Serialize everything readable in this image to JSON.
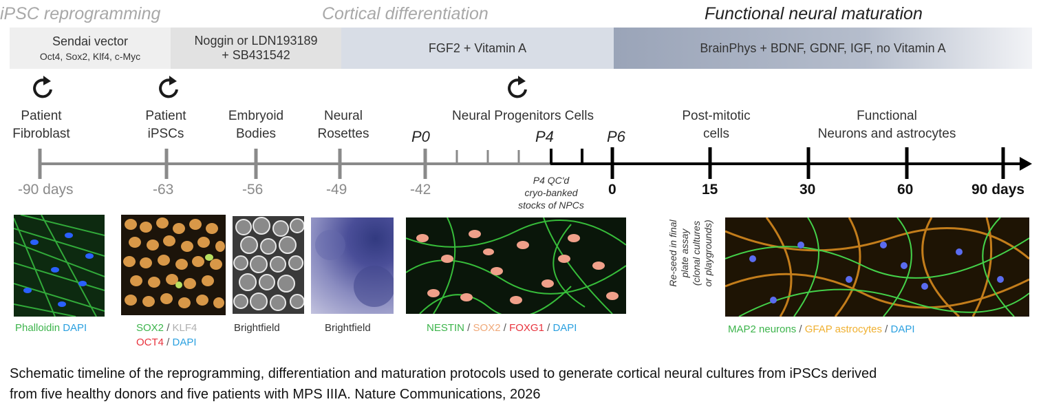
{
  "phases": {
    "reprogramming": "iPSC reprogramming",
    "cortical": "Cortical differentiation",
    "maturation": "Functional neural maturation"
  },
  "bands": {
    "sendai": {
      "title": "Sendai vector",
      "sub": "Oct4, Sox2, Klf4, c-Myc"
    },
    "noggin": {
      "line1": "Noggin or LDN193189",
      "line2": "+ SB431542"
    },
    "fgf2": "FGF2 + Vitamin A",
    "brainphys": "BrainPhys + BDNF, GDNF, IGF, no Vitamin A"
  },
  "stages": {
    "fibroblast": [
      "Patient",
      "Fibroblast"
    ],
    "ipsc": [
      "Patient",
      "iPSCs"
    ],
    "eb": [
      "Embryoid",
      "Bodies"
    ],
    "rosettes": [
      "Neural",
      "Rosettes"
    ],
    "npc": "Neural Progenitors Cells",
    "postmitotic": [
      "Post-mitotic",
      "cells"
    ],
    "functional": [
      "Functional",
      "Neurons and astrocytes"
    ]
  },
  "passages": {
    "p0": "P0",
    "p4": "P4",
    "p6": "P6"
  },
  "days_grey": [
    "-90 days",
    "-63",
    "-56",
    "-49",
    "-42"
  ],
  "days_black": [
    "0",
    "15",
    "30",
    "60",
    "90 days"
  ],
  "qc_note": [
    "P4 QC'd",
    "cryo-banked",
    "stocks of NPCs"
  ],
  "reseed_note": [
    "Re-seed in final",
    "plate assay",
    "(clonal cultures",
    "or playgrounds)"
  ],
  "captions": {
    "img1": {
      "a": "Phalloidin",
      "b": "DAPI"
    },
    "img2": {
      "a": "SOX2",
      "sep1": " / ",
      "b": "KLF4",
      "c": "OCT4",
      "sep2": " / ",
      "d": "DAPI"
    },
    "img3": "Brightfield",
    "img4": "Brightfield",
    "img5": {
      "a": "NESTIN",
      "s1": " / ",
      "b": "SOX2",
      "s2": " / ",
      "c": "FOXG1",
      "s3": " / ",
      "d": "DAPI"
    },
    "img6": {
      "a": "MAP2 neurons",
      "s1": " / ",
      "b": "GFAP astrocytes",
      "s2": " / ",
      "c": "DAPI"
    }
  },
  "figure_caption": [
    "Schematic timeline of the reprogramming, differentiation and maturation protocols used to generate cortical neural cultures from iPSCs derived",
    "from five healthy donors and five patients with MPS IIIA. Nature Communications, 2026"
  ],
  "colors": {
    "green": "#3cb44b",
    "blue": "#2aa0e0",
    "red": "#e8323c",
    "peach": "#f0a878",
    "orange": "#f0b030",
    "grey_text": "#a8a8a8"
  },
  "icons": [
    "refresh-icon",
    "refresh-icon",
    "refresh-icon"
  ]
}
